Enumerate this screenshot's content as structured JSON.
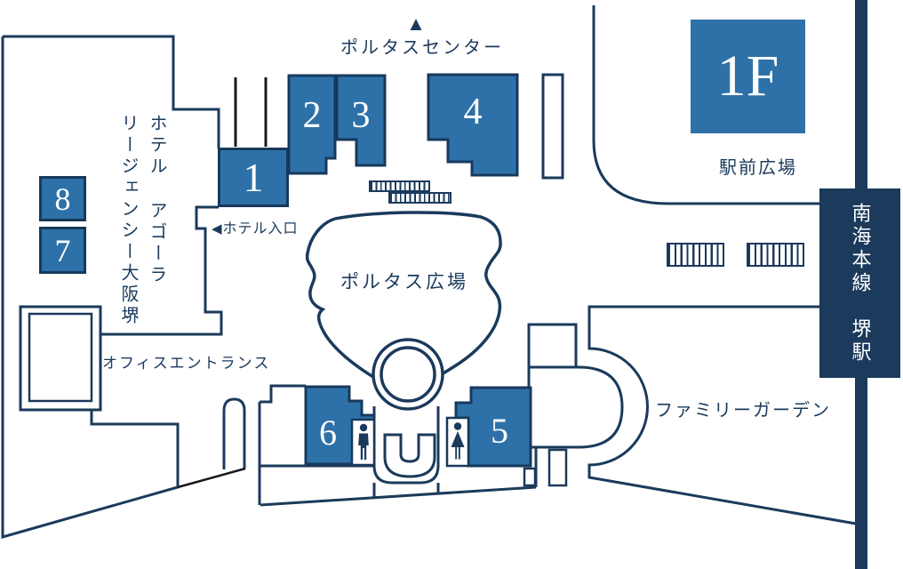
{
  "map": {
    "floor_label": "1F",
    "center_exit_label": "ポルタスセンター",
    "up_arrow_icon": "▲",
    "left_arrow_icon": "◀",
    "station_plaza_label": "駅前広場",
    "portus_plaza_label": "ポルタス広場",
    "family_garden_label": "ファミリーガーデン",
    "office_entrance_label": "オフィスエントランス",
    "hotel_name_line1": "ホテル アゴーラ",
    "hotel_name_line2": "リージェンシー大阪堺",
    "hotel_entrance_label": "ホテル入口",
    "station_label": "南海本線　堺駅",
    "spot_labels": [
      "1",
      "2",
      "3",
      "4",
      "5",
      "6",
      "7",
      "8"
    ],
    "icons": {
      "up_arrow": "up-triangle-icon",
      "hotel_entrance_arrow": "left-triangle-icon",
      "mens_restroom": "mens-restroom-icon",
      "womens_restroom": "womens-restroom-icon",
      "escalator": "escalator-hatch",
      "stairs": "stairs-hatch"
    },
    "colors": {
      "accent_blue": "#2e71a8",
      "navy": "#1b3a5c",
      "black_line": "#1a1a1a",
      "white": "#ffffff"
    }
  }
}
